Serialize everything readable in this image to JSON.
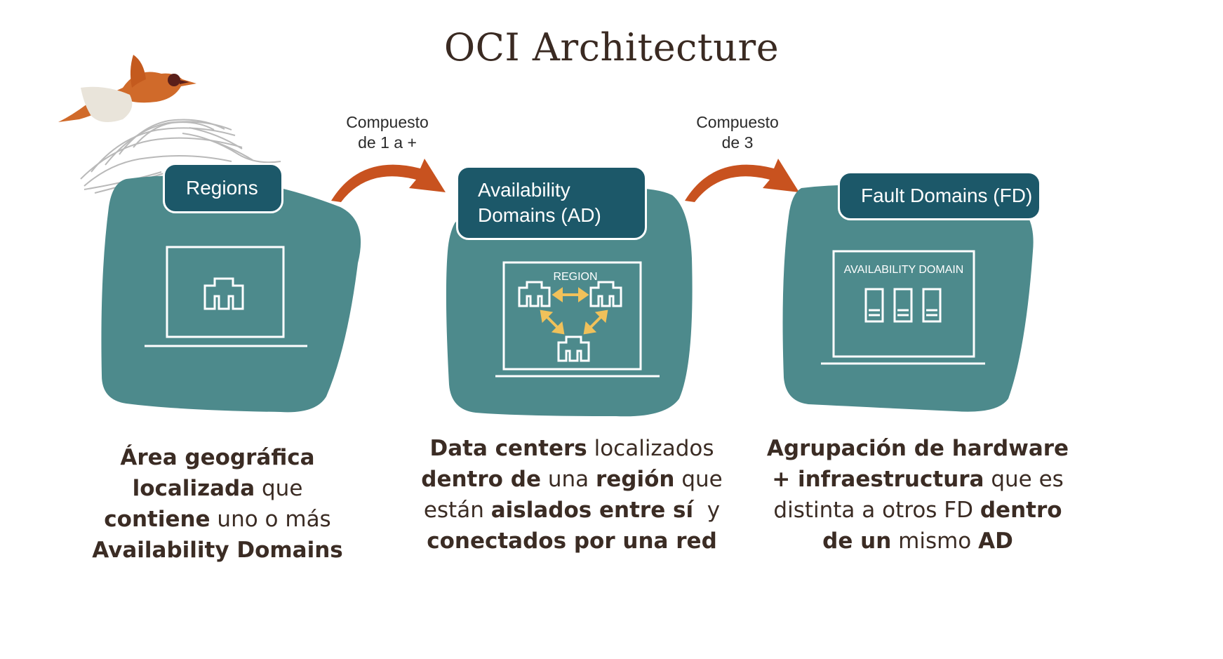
{
  "title": "OCI Architecture",
  "connectors": [
    {
      "line1": "Compuesto",
      "line2": "de 1 a +"
    },
    {
      "line1": "Compuesto",
      "line2": "de 3"
    }
  ],
  "cards": [
    {
      "tab_label": "Regions",
      "inner_label": ""
    },
    {
      "tab_line1": "Availability",
      "tab_line2": "Domains (AD)",
      "inner_label": "REGION"
    },
    {
      "tab_label": "Fault Domains (FD)",
      "inner_label": "AVAILABILITY DOMAIN"
    }
  ],
  "descriptions": [
    {
      "l1_b": "Área geográfica",
      "l2_b": "localizada",
      "l2_n": " que",
      "l3_b": "contiene",
      "l3_n": " uno o más",
      "l4_b": "Availability Domains"
    },
    {
      "l1_b": "Data centers",
      "l1_n": " localizados",
      "l2_b1": "dentro de",
      "l2_n1": " una ",
      "l2_b2": "región",
      "l2_n2": " que",
      "l3_n1": "están ",
      "l3_b": "aislados entre sí",
      "l3_n2": "  y",
      "l4_b": "conectados por una red"
    },
    {
      "l1_b": "Agrupación de hardware",
      "l2_b": "+ infraestructura",
      "l2_n": " que es",
      "l3_n": "distinta a otros FD ",
      "l3_b": "dentro",
      "l4_b1": "de un",
      "l4_n": " mismo ",
      "l4_b2": "AD"
    }
  ],
  "colors": {
    "teal": "#4d8a8c",
    "tab": "#1c5869",
    "arrow": "#c8521f",
    "inner_arrow": "#f0c15a",
    "text": "#3b2c24"
  }
}
